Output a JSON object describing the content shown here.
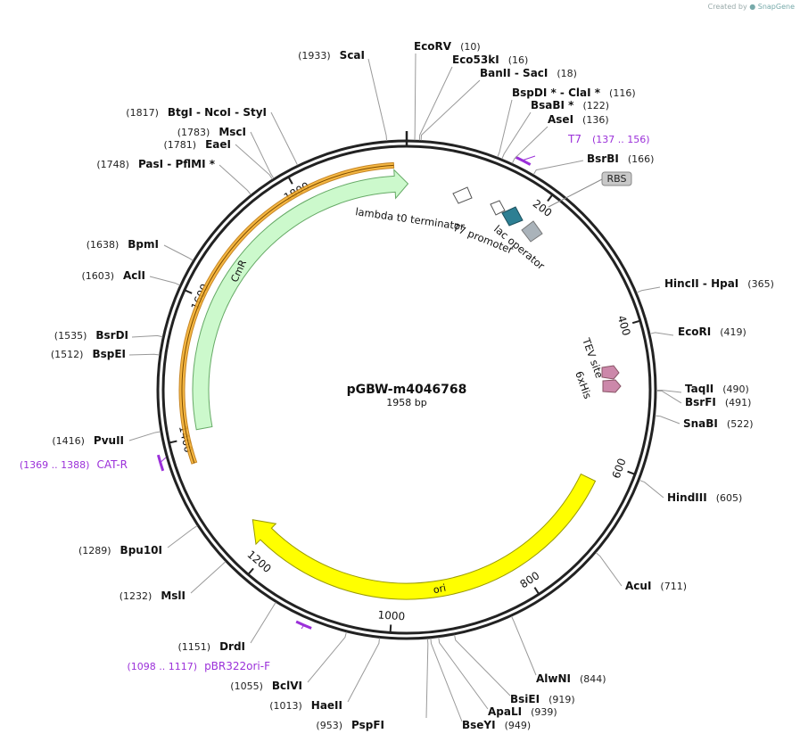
{
  "credit": {
    "prefix": "Created by",
    "brand": "SnapGene"
  },
  "plasmid": {
    "name": "pGBW-m4046768",
    "length_label": "1958 bp",
    "length": 1958
  },
  "ticks": [
    {
      "pos": 200,
      "label": "200"
    },
    {
      "pos": 400,
      "label": "400"
    },
    {
      "pos": 600,
      "label": "600"
    },
    {
      "pos": 800,
      "label": "800"
    },
    {
      "pos": 1000,
      "label": "1000"
    },
    {
      "pos": 1200,
      "label": "1200"
    },
    {
      "pos": 1400,
      "label": "1400"
    },
    {
      "pos": 1600,
      "label": "1600"
    },
    {
      "pos": 1800,
      "label": "1800"
    }
  ],
  "features": [
    {
      "name": "CmR",
      "type": "cds",
      "start": 1430,
      "end": 1870,
      "color": "#ccf9cc",
      "stroke": "#66aa66",
      "label": "CmR"
    },
    {
      "name": "CmR-highlight",
      "type": "highlight",
      "start": 1365,
      "end": 1880,
      "color": "#f5b02e"
    },
    {
      "name": "ori",
      "type": "origin",
      "start": 628,
      "end": 1218,
      "color": "#ffff00",
      "stroke": "#999900",
      "label": "ori"
    },
    {
      "name": "lambda t0 terminator",
      "type": "terminator",
      "label": "lambda t0 terminator"
    },
    {
      "name": "T7 promoter",
      "type": "promoter",
      "label": "T7 promoter"
    },
    {
      "name": "lac operator",
      "type": "operator",
      "color": "#2d7f93",
      "label": "lac operator"
    },
    {
      "name": "RBS-box",
      "type": "rbs",
      "color": "#aab3ba"
    },
    {
      "name": "TEV site",
      "type": "site",
      "color": "#cc88aa",
      "label": "TEV site"
    },
    {
      "name": "6xHis",
      "type": "tag",
      "color": "#cc88aa",
      "label": "6xHis"
    }
  ],
  "sites": [
    {
      "name": "EcoRV",
      "pos": "(10)",
      "bp": 10
    },
    {
      "name": "Eco53kI",
      "pos": "(16)",
      "bp": 16
    },
    {
      "name": "BanII  -  SacI",
      "pos": "(18)",
      "bp": 18
    },
    {
      "name": "BspDI *  -  ClaI *",
      "pos": "(116)",
      "bp": 116
    },
    {
      "name": "BsaBI *",
      "pos": "(122)",
      "bp": 122
    },
    {
      "name": "AseI",
      "pos": "(136)",
      "bp": 136
    },
    {
      "name": "BsrBI",
      "pos": "(166)",
      "bp": 166
    },
    {
      "name": "HincII  -  HpaI",
      "pos": "(365)",
      "bp": 365
    },
    {
      "name": "EcoRI",
      "pos": "(419)",
      "bp": 419
    },
    {
      "name": "TaqII",
      "pos": "(490)",
      "bp": 490
    },
    {
      "name": "BsrFI",
      "pos": "(491)",
      "bp": 491
    },
    {
      "name": "SnaBI",
      "pos": "(522)",
      "bp": 522
    },
    {
      "name": "HindIII",
      "pos": "(605)",
      "bp": 605
    },
    {
      "name": "AcuI",
      "pos": "(711)",
      "bp": 711
    },
    {
      "name": "AlwNI",
      "pos": "(844)",
      "bp": 844
    },
    {
      "name": "BsiEI",
      "pos": "(919)",
      "bp": 919
    },
    {
      "name": "ApaLI",
      "pos": "(939)",
      "bp": 939
    },
    {
      "name": "BseYI",
      "pos": "(949)",
      "bp": 949
    },
    {
      "name": "PspFI",
      "pos": "(953)",
      "bp": 953
    },
    {
      "name": "HaeII",
      "pos": "(1013)",
      "bp": 1013
    },
    {
      "name": "BclVI",
      "pos": "(1055)",
      "bp": 1055
    },
    {
      "name": "DrdI",
      "pos": "(1151)",
      "bp": 1151
    },
    {
      "name": "MslI",
      "pos": "(1232)",
      "bp": 1232
    },
    {
      "name": "Bpu10I",
      "pos": "(1289)",
      "bp": 1289
    },
    {
      "name": "PvuII",
      "pos": "(1416)",
      "bp": 1416
    },
    {
      "name": "BspEI",
      "pos": "(1512)",
      "bp": 1512
    },
    {
      "name": "BsrDI",
      "pos": "(1535)",
      "bp": 1535
    },
    {
      "name": "AclI",
      "pos": "(1603)",
      "bp": 1603
    },
    {
      "name": "BpmI",
      "pos": "(1638)",
      "bp": 1638
    },
    {
      "name": "PasI  -  PflMI *",
      "pos": "(1748)",
      "bp": 1748
    },
    {
      "name": "EaeI",
      "pos": "(1781)",
      "bp": 1781
    },
    {
      "name": "MscI",
      "pos": "(1783)",
      "bp": 1783
    },
    {
      "name": "BtgI  -  NcoI  -  StyI",
      "pos": "(1817)",
      "bp": 1817
    },
    {
      "name": "ScaI",
      "pos": "(1933)",
      "bp": 1933
    }
  ],
  "primers": [
    {
      "name": "T7",
      "pos": "(137 .. 156)",
      "start": 137,
      "end": 156,
      "color": "#9b30d9"
    },
    {
      "name": "CAT-R",
      "pos": "(1369 .. 1388)",
      "start": 1369,
      "end": 1388,
      "color": "#9b30d9"
    },
    {
      "name": "pBR322ori-F",
      "pos": "(1098 .. 1117)",
      "start": 1098,
      "end": 1117,
      "color": "#9b30d9"
    }
  ],
  "rbs_label": "RBS"
}
